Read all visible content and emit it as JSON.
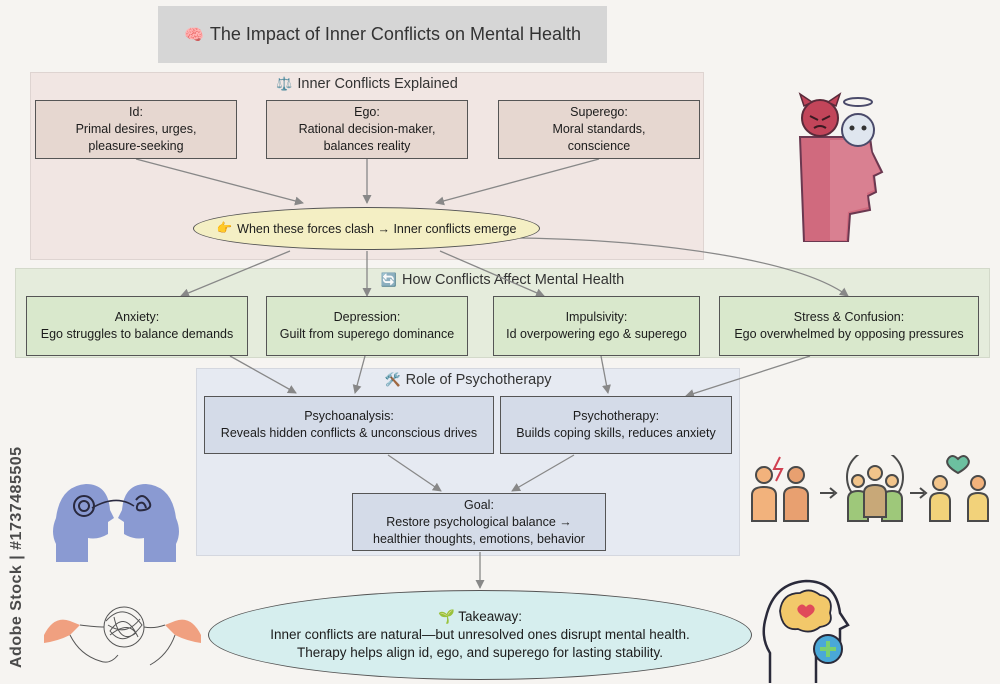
{
  "title": {
    "icon": "🧠",
    "text": "The Impact of Inner Conflicts on Mental Health"
  },
  "section_inner": {
    "icon": "⚖️",
    "heading": "Inner Conflicts Explained",
    "boxes": [
      {
        "line1": "Id:",
        "line2": "Primal desires, urges,",
        "line3": "pleasure-seeking"
      },
      {
        "line1": "Ego:",
        "line2": "Rational decision-maker,",
        "line3": "balances reality"
      },
      {
        "line1": "Superego:",
        "line2": "Moral standards,",
        "line3": "conscience"
      }
    ],
    "clash": {
      "icon": "👉",
      "text": "When these forces clash → Inner conflicts emerge"
    }
  },
  "section_effects": {
    "icon": "🔄",
    "heading": "How Conflicts Affect Mental Health",
    "boxes": [
      {
        "line1": "Anxiety:",
        "line2": "Ego struggles to balance demands"
      },
      {
        "line1": "Depression:",
        "line2": "Guilt from superego dominance"
      },
      {
        "line1": "Impulsivity:",
        "line2": "Id overpowering ego & superego"
      },
      {
        "line1": "Stress & Confusion:",
        "line2": "Ego overwhelmed by opposing pressures"
      }
    ]
  },
  "section_therapy": {
    "icon": "🛠️",
    "heading": "Role of Psychotherapy",
    "boxes": [
      {
        "line1": "Psychoanalysis:",
        "line2": "Reveals hidden conflicts & unconscious drives"
      },
      {
        "line1": "Psychotherapy:",
        "line2": "Builds coping skills, reduces anxiety"
      }
    ],
    "goal": {
      "line1": "Goal:",
      "line2": "Restore psychological balance →",
      "line3": "healthier thoughts, emotions, behavior"
    }
  },
  "takeaway": {
    "icon": "🌱",
    "label": "Takeaway:",
    "line1": "Inner conflicts are natural—but unresolved ones disrupt mental health.",
    "line2": "Therapy helps align id, ego, and superego for lasting stability."
  },
  "side_watermark": "Adobe Stock | #1737485505",
  "colors": {
    "section_inner_bg": "#f1e6e3",
    "section_effects_bg": "#e5ecdc",
    "section_therapy_bg": "#e6eaf2",
    "clash_bg": "#f4efc4",
    "takeaway_bg": "#d6eeee"
  },
  "illustrations": [
    "devil-angel-head-icon",
    "mind-connection-icon",
    "people-reconcile-icon",
    "tangled-thread-icon",
    "healthy-brain-icon"
  ]
}
